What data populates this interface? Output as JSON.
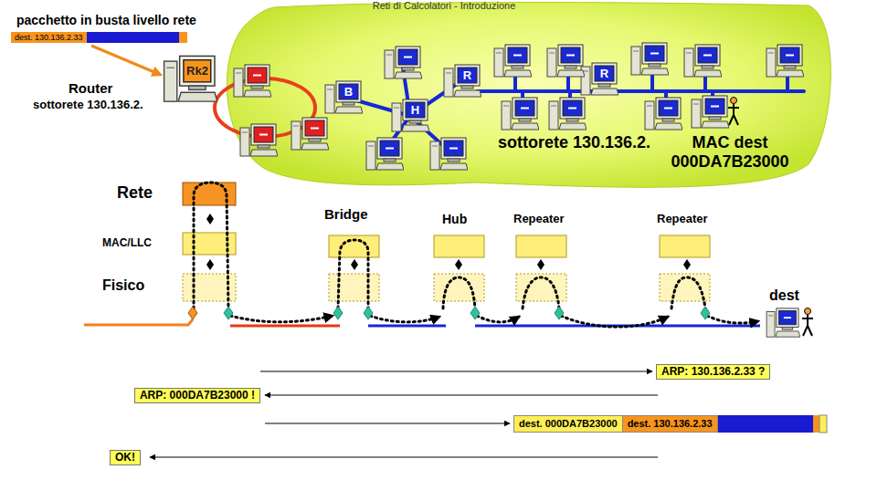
{
  "diagram": {
    "title": "Reti di Calcolatori - Introduzione",
    "nodes": [
      {
        "text": [
          "dest. 130.136.2.33"
        ]
      },
      {
        "text": [
          "ARP: 130.136.2.33 ?"
        ]
      },
      {
        "text": [
          "ARP: 000DA7B23000 !"
        ]
      },
      {
        "text": [
          "dest. 000DA7B23000"
        ]
      },
      {
        "text": [
          "dest. 130.136.2.33"
        ]
      },
      {
        "text": [
          "OK!"
        ]
      }
    ],
    "labels": [
      "pacchetto in busta livello rete",
      "Router",
      "sottorete 130.136.2.",
      "Rk2",
      "B",
      "H",
      "R",
      "R",
      "sottorete 130.136.2.",
      "MAC dest 000DA7B23000",
      "Rete",
      "MAC/LLC",
      "Fisico",
      "Bridge",
      "Hub",
      "Repeater",
      "Repeater",
      "dest"
    ]
  }
}
